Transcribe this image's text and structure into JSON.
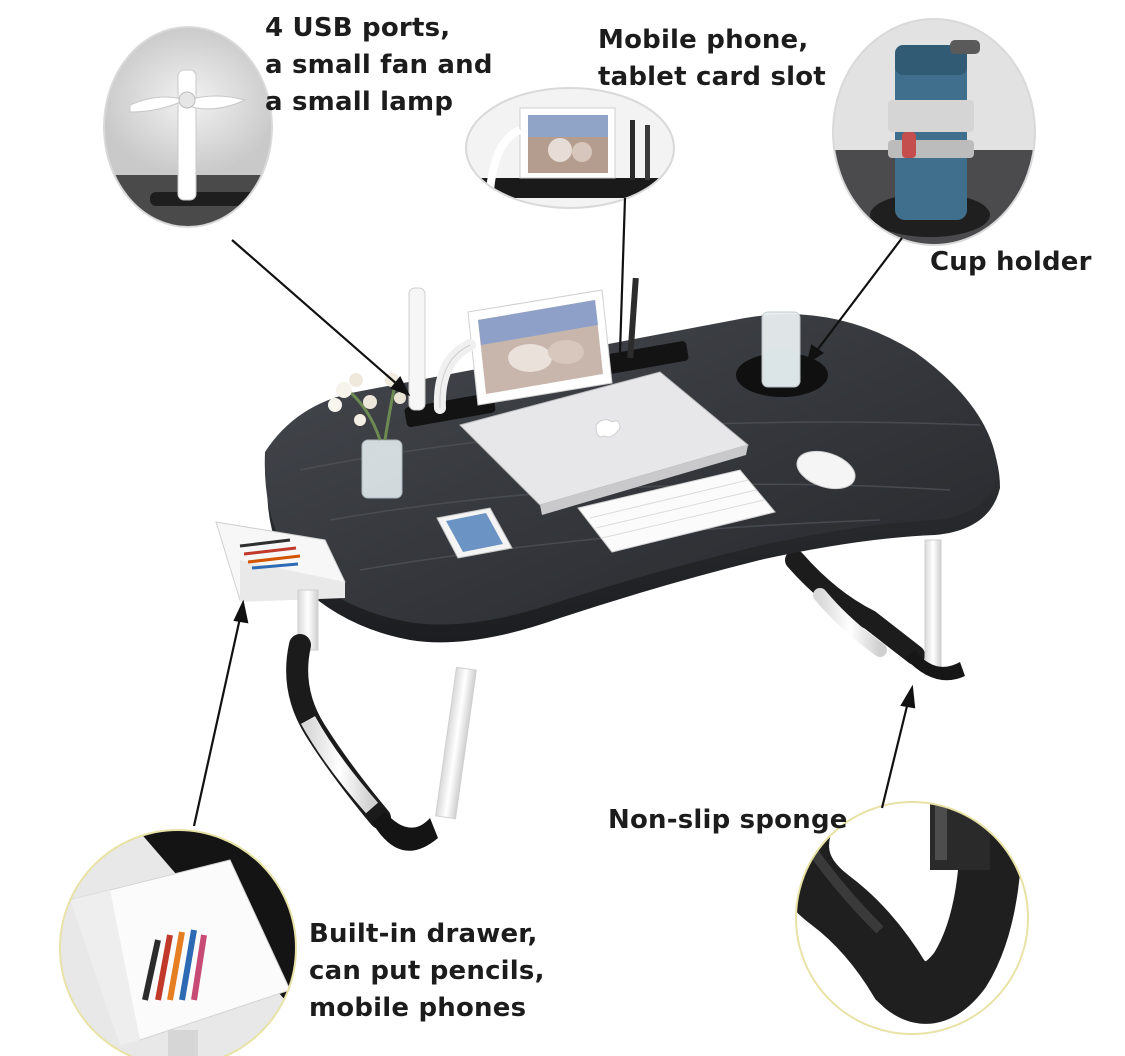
{
  "image": {
    "description_labels": {
      "usb": "4 USB ports,\na small fan and\na small lamp",
      "slot": "Mobile phone,\ntablet card slot",
      "cup": "Cup holder",
      "sponge": "Non-slip sponge",
      "drawer": "Built-in drawer,\ncan put pencils,\nmobile phones"
    }
  },
  "colors": {
    "tabletop": "#2f3136",
    "legs": "#f4f4f4",
    "sponge": "#1b1b1b",
    "text": "#1c1c1c",
    "callout_ring": "#e9e2a6"
  }
}
